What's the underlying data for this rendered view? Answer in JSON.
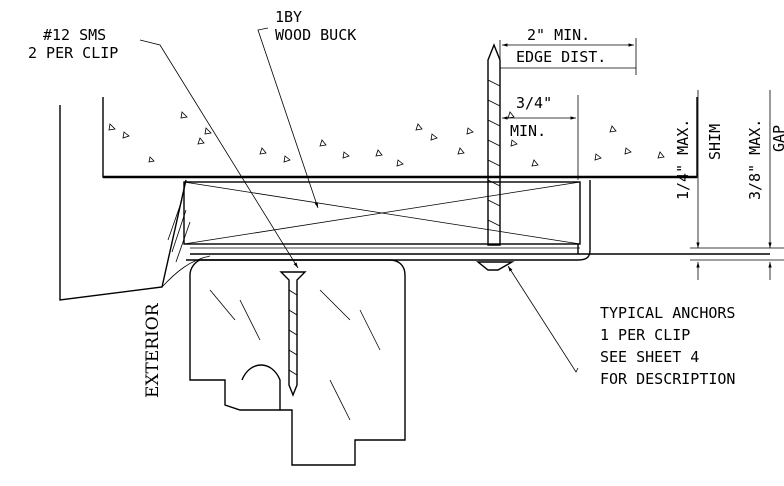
{
  "labels": {
    "sms_line1": "#12 SMS",
    "sms_line2": "2 PER CLIP",
    "buck_line1": "1BY",
    "buck_line2": "WOOD BUCK",
    "edge_line1": "2\" MIN.",
    "edge_line2": "EDGE DIST.",
    "threequarter_line1": "3/4\"",
    "threequarter_line2": "MIN.",
    "shim_value": "1/4\" MAX.",
    "shim_label": "SHIM",
    "gap_value": "3/8\" MAX.",
    "gap_label": "GAP",
    "anchor_line1": "TYPICAL ANCHORS",
    "anchor_line2": "1 PER CLIP",
    "anchor_line3": "SEE SHEET 4",
    "anchor_line4": "FOR DESCRIPTION",
    "exterior": "EXTERIOR"
  }
}
